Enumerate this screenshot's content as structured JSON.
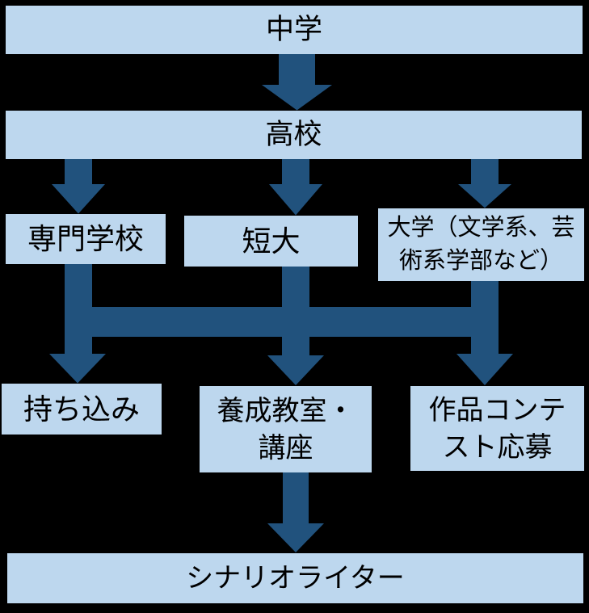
{
  "theme": {
    "background": "#000000",
    "box-fill": "#BDD7EE",
    "arrow-color": "#21527D",
    "text-color": "#000000"
  },
  "nodes": {
    "middle_school": {
      "label": "中学"
    },
    "high_school": {
      "label": "高校"
    },
    "vocational_school": {
      "label": "専門学校"
    },
    "junior_college": {
      "label": "短大"
    },
    "university": {
      "label": "大学（文学系、芸術系学部など）",
      "line1": "大学（文学系、芸",
      "line2": "術系学部など）"
    },
    "submission": {
      "label": "持ち込み"
    },
    "training_course": {
      "label": "養成教室・講座",
      "line1": "養成教室・",
      "line2": "講座"
    },
    "contest_entry": {
      "label": "作品コンテスト応募",
      "line1": "作品コンテ",
      "line2": "スト応募"
    },
    "scenario_writer": {
      "label": "シナリオライター"
    }
  },
  "connections": [
    {
      "from": "middle_school",
      "to": "high_school"
    },
    {
      "from": "high_school",
      "to": "vocational_school"
    },
    {
      "from": "high_school",
      "to": "junior_college"
    },
    {
      "from": "high_school",
      "to": "university"
    },
    {
      "from": [
        "vocational_school",
        "junior_college",
        "university"
      ],
      "to": [
        "submission",
        "training_course",
        "contest_entry"
      ],
      "type": "merged-bus"
    },
    {
      "from": "training_course",
      "to": "scenario_writer"
    }
  ]
}
